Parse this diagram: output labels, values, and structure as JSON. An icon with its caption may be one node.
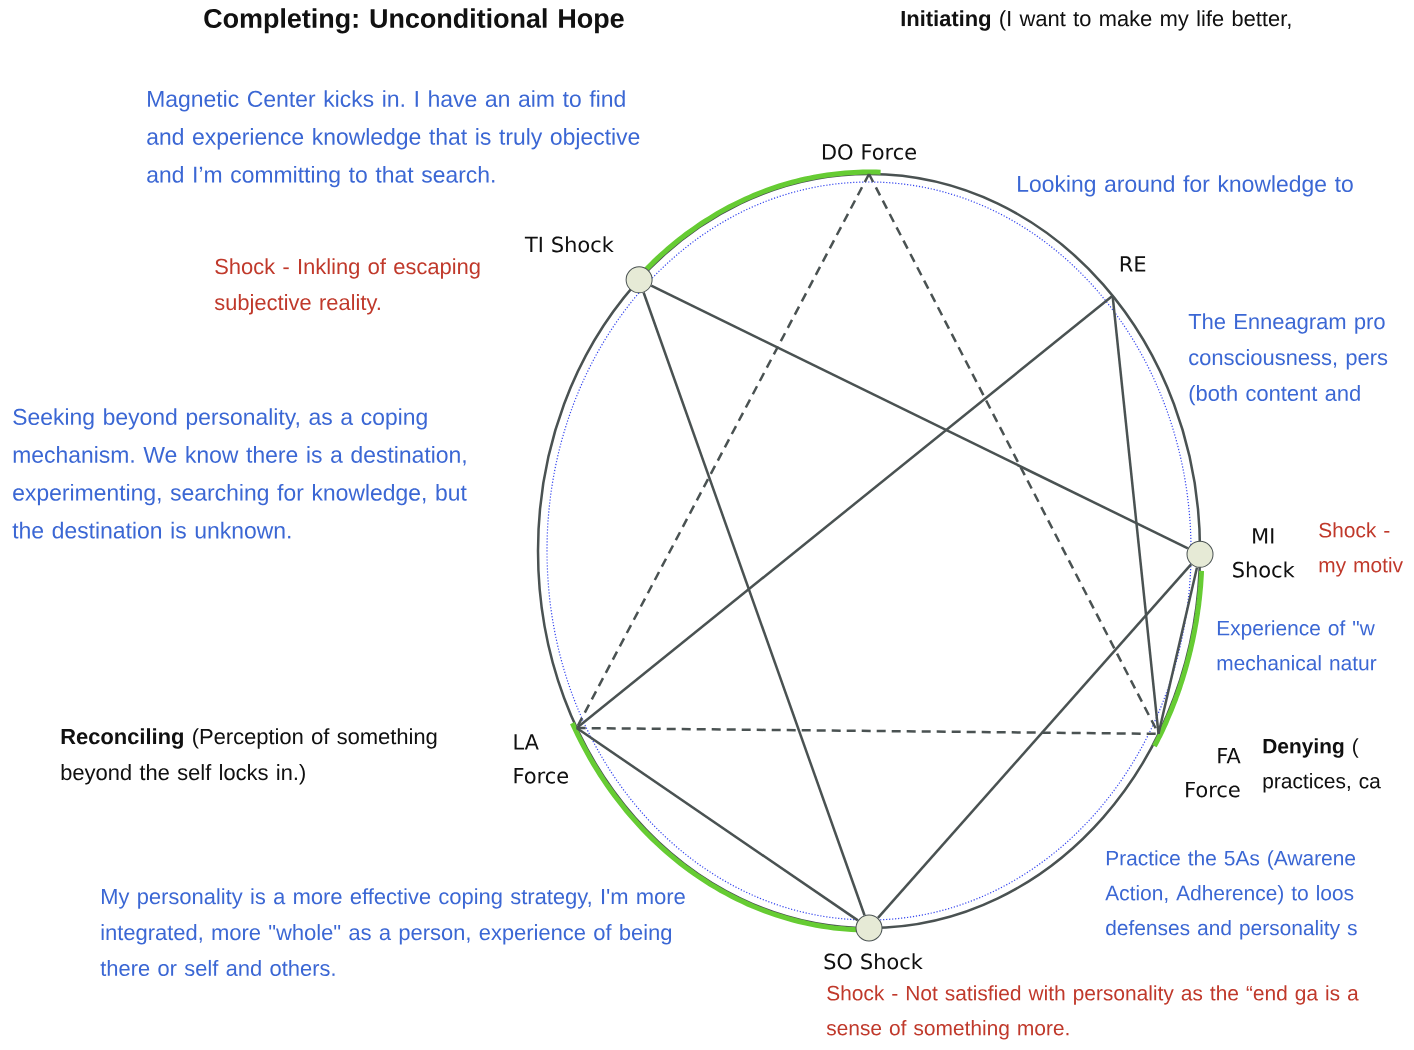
{
  "diagram": {
    "nodes": [
      {
        "text": [
          "DO Force"
        ]
      },
      {
        "text": [
          "TI Shock"
        ]
      },
      {
        "text": [
          "RE"
        ]
      },
      {
        "text": [
          "MI Shock"
        ]
      },
      {
        "text": [
          "LA Force"
        ]
      },
      {
        "text": [
          "FA Force"
        ]
      },
      {
        "text": [
          "SO Shock"
        ]
      }
    ],
    "edges": [
      {
        "from": 1,
        "to": 3,
        "arrow": "none"
      },
      {
        "from": 1,
        "to": 6,
        "arrow": "none"
      },
      {
        "from": 2,
        "to": 4,
        "arrow": "none"
      },
      {
        "from": 2,
        "to": 5,
        "arrow": "none"
      },
      {
        "from": 3,
        "to": 6,
        "arrow": "none"
      },
      {
        "from": 3,
        "to": 5,
        "arrow": "none"
      },
      {
        "from": 4,
        "to": 6,
        "arrow": "none"
      },
      {
        "from": 0,
        "to": 4,
        "arrow": "none",
        "style": "dashed"
      },
      {
        "from": 0,
        "to": 5,
        "arrow": "none",
        "style": "dashed"
      },
      {
        "from": 4,
        "to": 5,
        "arrow": "none",
        "style": "dashed"
      }
    ],
    "labels": [
      "Completing: Unconditional Hope",
      "**Initiating** (I want to make my life better,",
      "Magnetic Center kicks in. I have an aim to find and experience knowledge that is truly objective and I’m committing to that search.",
      "Looking around for knowledge to",
      "Shock - Inkling of escaping subjective reality.",
      "The Enneagram pro consciousness, pers (both content and",
      "Seeking beyond personality, as a coping mechanism. We know there is a destination, experimenting, searching for knowledge, but the destination is unknown.",
      "Shock - my motiv",
      "Experience of \"w mechanical natur",
      "**Reconciling** (Perception of something beyond the self locks in.)",
      "**Denying** ( practices, ca",
      "Practice the 5As (Awarene Action, Adherence) to loos defenses and personality s",
      "My personality is a more effective coping strategy, I'm more integrated, more \"whole\" as a person, experience of being there or self and others.",
      "Shock - Not satisfied with personality as the “end ga is a sense of something more."
    ]
  }
}
